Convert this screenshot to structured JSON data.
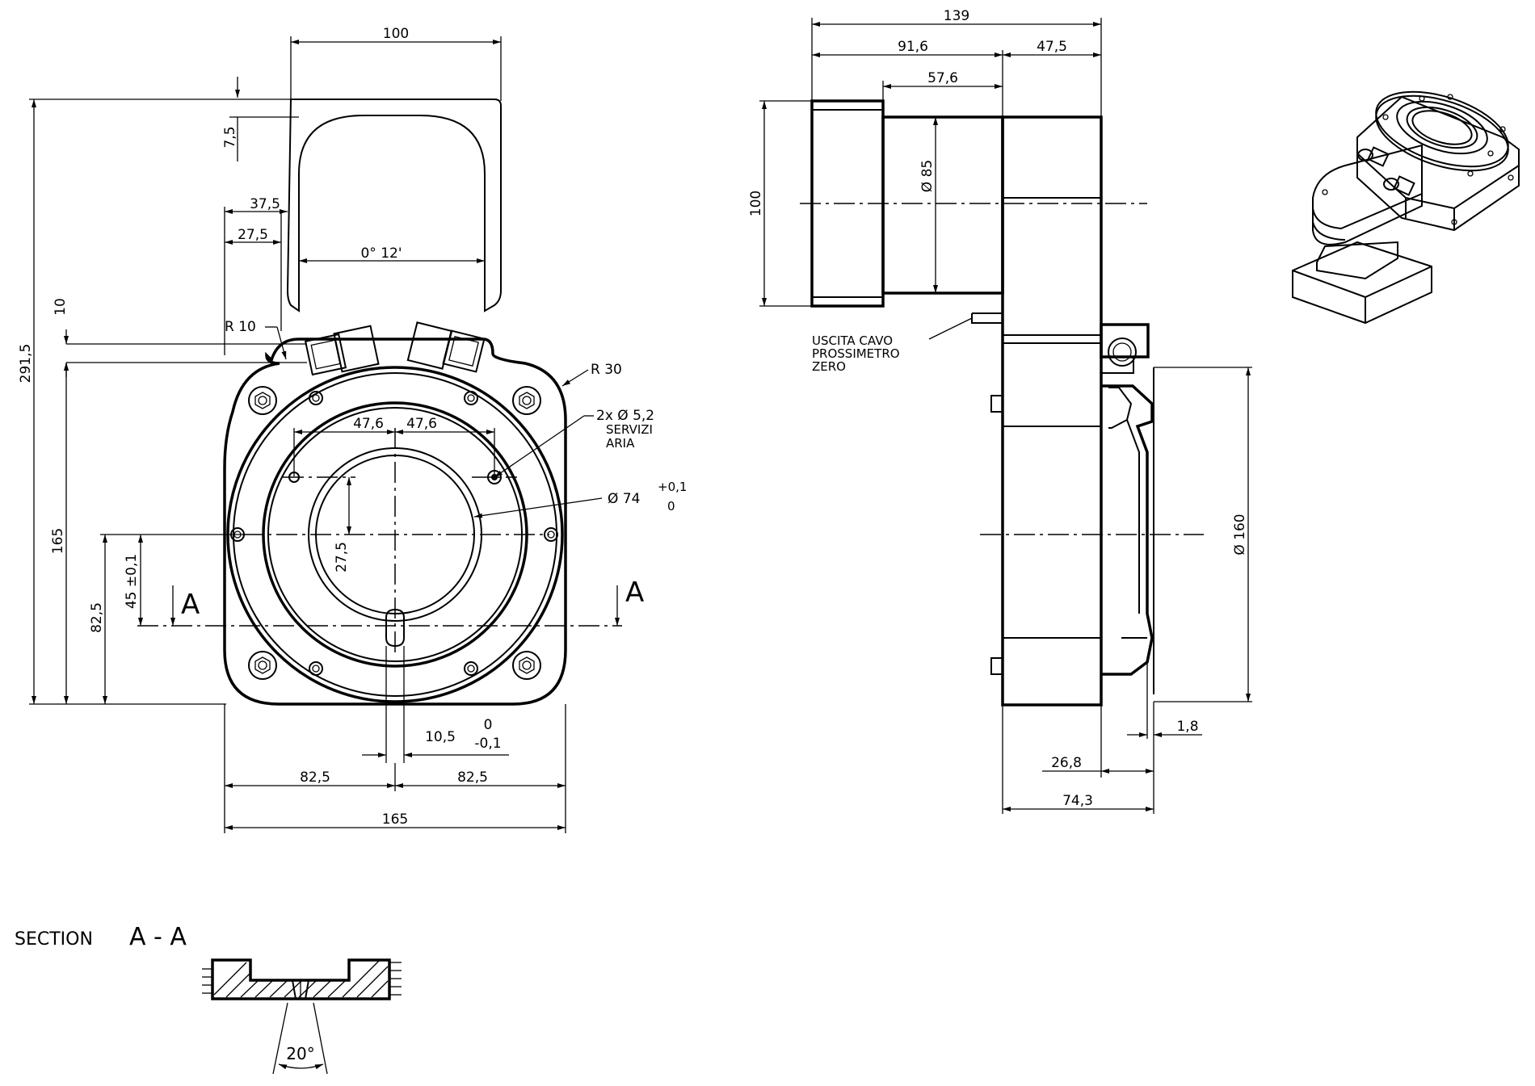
{
  "front_view": {
    "top_width": "100",
    "top_offset": "7,5",
    "left_37_5": "37,5",
    "left_27_5": "27,5",
    "angle_label": "0° 12'",
    "radius_10": "R 10",
    "dim_10": "10",
    "radius_30": "R 30",
    "total_height": "291,5",
    "height_165": "165",
    "height_82_5": "82,5",
    "height_45": "45 ±0,1",
    "spacing_left": "47,6",
    "spacing_right": "47,6",
    "offset_27_5": "27,5",
    "air_holes_line1": "2x  Ø 5,2",
    "air_holes_line2": "SERVIZI",
    "air_holes_line3": "ARIA",
    "bore_diameter": "Ø  74",
    "bore_tol_upper": "+0,1",
    "bore_tol_lower": "0",
    "slot_width": "10,5",
    "slot_tol_upper": "0",
    "slot_tol_lower": "-0,1",
    "bottom_left": "82,5",
    "bottom_right": "82,5",
    "overall_width": "165",
    "section_mark_left": "A",
    "section_mark_right": "A"
  },
  "side_view": {
    "overall_length": "139",
    "length_91_6": "91,6",
    "length_47_5": "47,5",
    "length_57_6": "57,6",
    "height_100": "100",
    "diameter_85": "Ø 85",
    "cable_line1": "USCITA CAVO",
    "cable_line2": "PROSSIMETRO",
    "cable_line3": "ZERO",
    "diameter_160": "Ø  160",
    "dim_1_8": "1,8",
    "dim_26_8": "26,8",
    "dim_74_3": "74,3"
  },
  "section": {
    "title_prefix": "SECTION",
    "title_letters": "A - A",
    "angle": "20°"
  }
}
